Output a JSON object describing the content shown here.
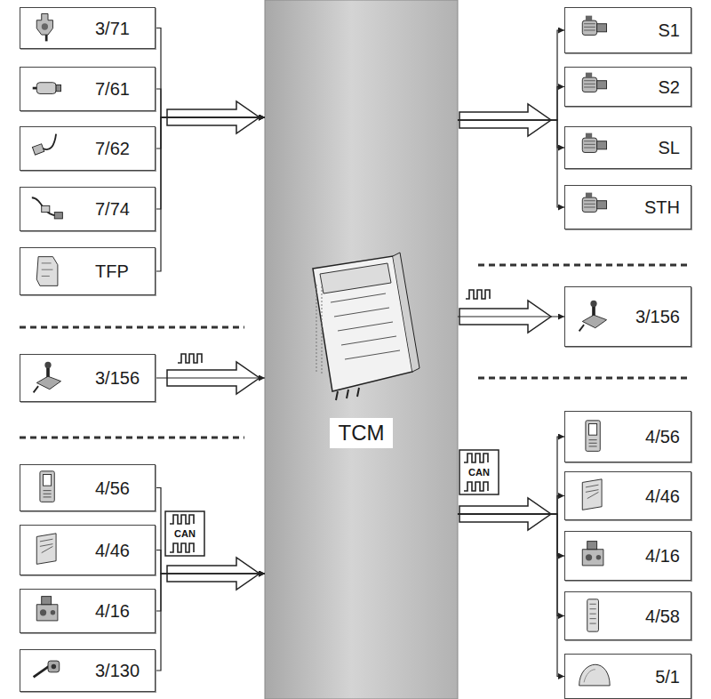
{
  "diagram": {
    "nodes": [
      {
        "text": [
          "3/71"
        ]
      },
      {
        "text": [
          "7/61"
        ]
      },
      {
        "text": [
          "7/62"
        ]
      },
      {
        "text": [
          "7/74"
        ]
      },
      {
        "text": [
          "TFP"
        ]
      },
      {
        "text": [
          "3/156"
        ]
      },
      {
        "text": [
          "4/56"
        ]
      },
      {
        "text": [
          "4/46"
        ]
      },
      {
        "text": [
          "4/16"
        ]
      },
      {
        "text": [
          "3/130"
        ]
      },
      {
        "text": [
          "TCM"
        ]
      },
      {
        "text": [
          "S1"
        ]
      },
      {
        "text": [
          "S2"
        ]
      },
      {
        "text": [
          "SL"
        ]
      },
      {
        "text": [
          "STH"
        ]
      },
      {
        "text": [
          "3/156"
        ]
      },
      {
        "text": [
          "4/56"
        ]
      },
      {
        "text": [
          "4/46"
        ]
      },
      {
        "text": [
          "4/16"
        ]
      },
      {
        "text": [
          "4/58"
        ]
      },
      {
        "text": [
          "5/1"
        ]
      }
    ],
    "edges": [
      {
        "from": 0,
        "to": 10,
        "arrow": "to"
      },
      {
        "from": 1,
        "to": 10,
        "arrow": "to"
      },
      {
        "from": 2,
        "to": 10,
        "arrow": "to"
      },
      {
        "from": 3,
        "to": 10,
        "arrow": "to"
      },
      {
        "from": 4,
        "to": 10,
        "arrow": "to"
      },
      {
        "from": 5,
        "to": 10,
        "arrow": "to"
      },
      {
        "from": 6,
        "to": 10,
        "arrow": "to"
      },
      {
        "from": 7,
        "to": 10,
        "arrow": "to"
      },
      {
        "from": 8,
        "to": 10,
        "arrow": "to"
      },
      {
        "from": 9,
        "to": 10,
        "arrow": "to"
      },
      {
        "from": 10,
        "to": 11,
        "arrow": "to"
      },
      {
        "from": 10,
        "to": 12,
        "arrow": "to"
      },
      {
        "from": 10,
        "to": 13,
        "arrow": "to"
      },
      {
        "from": 10,
        "to": 14,
        "arrow": "to"
      },
      {
        "from": 10,
        "to": 15,
        "arrow": "to"
      },
      {
        "from": 10,
        "to": 16,
        "arrow": "to"
      },
      {
        "from": 10,
        "to": 17,
        "arrow": "to"
      },
      {
        "from": 10,
        "to": 18,
        "arrow": "to"
      },
      {
        "from": 10,
        "to": 19,
        "arrow": "to"
      },
      {
        "from": 10,
        "to": 20,
        "arrow": "to"
      }
    ],
    "labels": [
      "CAN",
      "CAN"
    ]
  }
}
